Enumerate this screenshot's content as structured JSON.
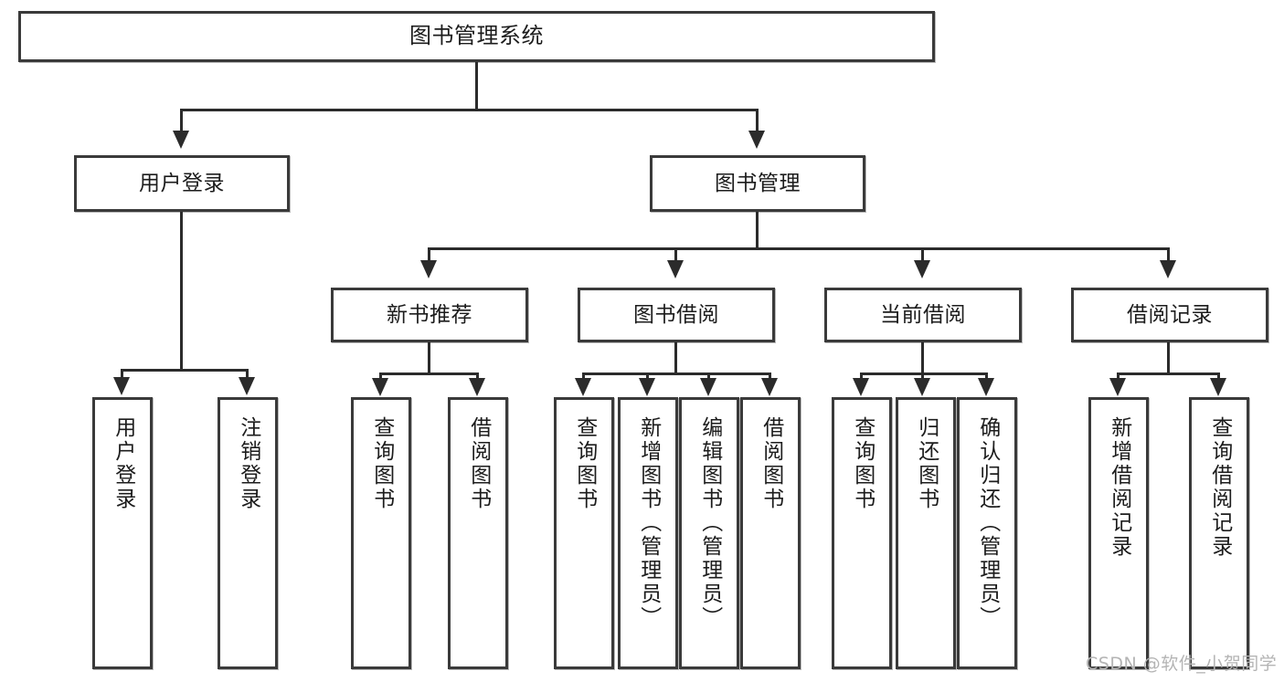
{
  "diagram": {
    "title_text": "图书管理系统",
    "type": "tree-hierarchy-diagram",
    "watermark": "CSDN @软件_小贺同学",
    "colors": {
      "background": "#ffffff",
      "box_border": "#3a3a3a",
      "connector": "#2b2b2b",
      "text": "#1c1c1c",
      "watermark": "#b4b4b4"
    },
    "levels": {
      "level1": [
        "图书管理系统"
      ],
      "level2": [
        "用户登录",
        "图书管理"
      ],
      "level3": [
        "新书推荐",
        "图书借阅",
        "当前借阅",
        "借阅记录"
      ],
      "level4": [
        "用户登录",
        "注销登录",
        "查询图书",
        "借阅图书",
        "查询图书",
        "新增图书（管理员）",
        "编辑图书（管理员）",
        "借阅图书",
        "查询图书",
        "归还图书",
        "确认归还（管理员）",
        "新增借阅记录",
        "查询借阅记录"
      ]
    },
    "nodes": {
      "root": {
        "label": "图书管理系统"
      },
      "user_login": {
        "label": "用户登录"
      },
      "book_admin": {
        "label": "图书管理"
      },
      "new_book_rec": {
        "label": "新书推荐"
      },
      "book_borrow": {
        "label": "图书借阅"
      },
      "current_borrow": {
        "label": "当前借阅"
      },
      "borrow_record": {
        "label": "借阅记录"
      },
      "leaf_user_login": {
        "label": "用户登录"
      },
      "leaf_user_logout": {
        "label": "注销登录"
      },
      "leaf_query_book_a": {
        "label": "查询图书"
      },
      "leaf_borrow_book_a": {
        "label": "借阅图书"
      },
      "leaf_query_book_b": {
        "label": "查询图书"
      },
      "leaf_add_book": {
        "label": "新增图书（管理员）"
      },
      "leaf_edit_book": {
        "label": "编辑图书（管理员）"
      },
      "leaf_borrow_book_b": {
        "label": "借阅图书"
      },
      "leaf_query_book_c": {
        "label": "查询图书"
      },
      "leaf_return_book": {
        "label": "归还图书"
      },
      "leaf_confirm_return": {
        "label": "确认归还（管理员）"
      },
      "leaf_add_record": {
        "label": "新增借阅记录"
      },
      "leaf_query_record": {
        "label": "查询借阅记录"
      }
    }
  }
}
